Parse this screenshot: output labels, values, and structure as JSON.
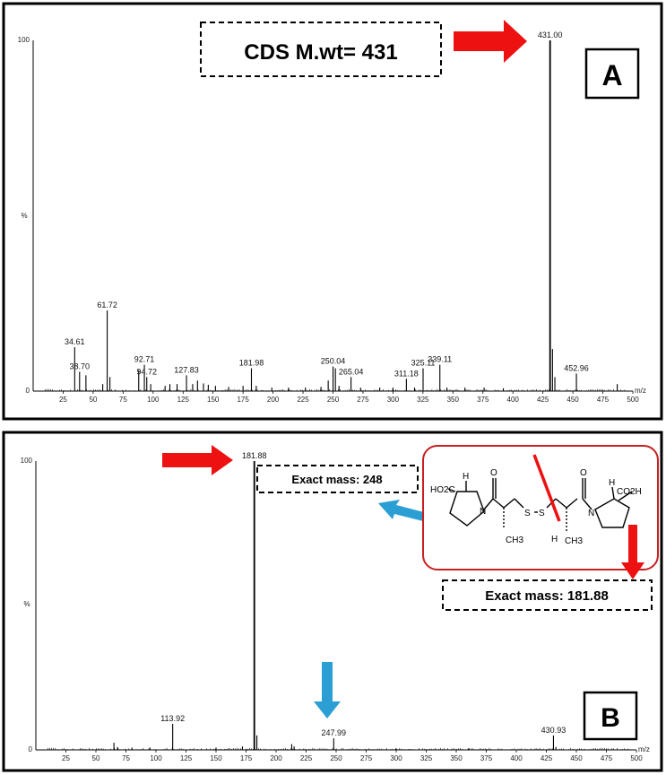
{
  "colors": {
    "red_arrow": "#ee1111",
    "blue_arrow": "#2b9fd4",
    "box_red": "#c82020",
    "spectrum": "#000000"
  },
  "chart_data": [
    {
      "type": "line",
      "panel_label": "A",
      "annotation": "CDS M.wt= 431",
      "xlabel": "m/z",
      "ylabel": "%",
      "xlim": [
        0,
        500
      ],
      "ylim": [
        0,
        100
      ],
      "x_ticks": [
        "25",
        "50",
        "75",
        "100",
        "125",
        "150",
        "175",
        "200",
        "225",
        "250",
        "275",
        "300",
        "325",
        "350",
        "375",
        "400",
        "425",
        "450",
        "475",
        "500"
      ],
      "y_ticks": [
        "0",
        "100"
      ],
      "peaks": [
        {
          "x": 34.61,
          "y": 12.5,
          "label": "34.61"
        },
        {
          "x": 38.7,
          "y": 5.5,
          "label": "38.70"
        },
        {
          "x": 44,
          "y": 4.5
        },
        {
          "x": 58,
          "y": 2
        },
        {
          "x": 61.72,
          "y": 23,
          "label": "61.72"
        },
        {
          "x": 64,
          "y": 4
        },
        {
          "x": 88,
          "y": 6
        },
        {
          "x": 92.71,
          "y": 7.5,
          "label": "92.71"
        },
        {
          "x": 94.72,
          "y": 4,
          "label": "94.72"
        },
        {
          "x": 98,
          "y": 2
        },
        {
          "x": 110,
          "y": 1.5
        },
        {
          "x": 114,
          "y": 2
        },
        {
          "x": 120,
          "y": 2
        },
        {
          "x": 127.83,
          "y": 4.5,
          "label": "127.83"
        },
        {
          "x": 133,
          "y": 2
        },
        {
          "x": 137,
          "y": 3
        },
        {
          "x": 142,
          "y": 2.2
        },
        {
          "x": 146,
          "y": 1.8
        },
        {
          "x": 152,
          "y": 1.5
        },
        {
          "x": 163,
          "y": 1.2
        },
        {
          "x": 175,
          "y": 1.5
        },
        {
          "x": 181.98,
          "y": 6.5,
          "label": "181.98"
        },
        {
          "x": 186,
          "y": 1.5
        },
        {
          "x": 199,
          "y": 1
        },
        {
          "x": 213,
          "y": 1
        },
        {
          "x": 227,
          "y": 1
        },
        {
          "x": 240,
          "y": 1.2
        },
        {
          "x": 246,
          "y": 3
        },
        {
          "x": 250.04,
          "y": 7,
          "label": "250.04"
        },
        {
          "x": 252,
          "y": 6.5
        },
        {
          "x": 255,
          "y": 1.5
        },
        {
          "x": 265.04,
          "y": 4,
          "label": "265.04"
        },
        {
          "x": 273,
          "y": 1
        },
        {
          "x": 289,
          "y": 1
        },
        {
          "x": 300,
          "y": 1
        },
        {
          "x": 311.18,
          "y": 3.5,
          "label": "311.18"
        },
        {
          "x": 318,
          "y": 1
        },
        {
          "x": 325.11,
          "y": 6.5,
          "label": "325.11"
        },
        {
          "x": 339.11,
          "y": 7.5,
          "label": "339.11"
        },
        {
          "x": 345,
          "y": 1
        },
        {
          "x": 360,
          "y": 1
        },
        {
          "x": 376,
          "y": 1
        },
        {
          "x": 392,
          "y": 0.8
        },
        {
          "x": 431.0,
          "y": 100,
          "label": "431.00"
        },
        {
          "x": 433,
          "y": 12
        },
        {
          "x": 435,
          "y": 4
        },
        {
          "x": 452.96,
          "y": 5,
          "label": "452.96"
        },
        {
          "x": 487,
          "y": 2
        }
      ]
    },
    {
      "type": "line",
      "panel_label": "B",
      "xlabel": "m/z",
      "ylabel": "%",
      "xlim": [
        0,
        500
      ],
      "ylim": [
        0,
        100
      ],
      "x_ticks": [
        "25",
        "50",
        "75",
        "100",
        "125",
        "150",
        "175",
        "200",
        "225",
        "250",
        "275",
        "300",
        "325",
        "350",
        "375",
        "400",
        "425",
        "450",
        "475",
        "500"
      ],
      "y_ticks": [
        "0",
        "100"
      ],
      "annotations": [
        "Exact mass: 248",
        "Exact mass: 181.88"
      ],
      "peaks": [
        {
          "x": 65,
          "y": 2.5
        },
        {
          "x": 68,
          "y": 1
        },
        {
          "x": 80,
          "y": 0.8
        },
        {
          "x": 95,
          "y": 0.8
        },
        {
          "x": 113.92,
          "y": 9,
          "label": "113.92"
        },
        {
          "x": 150,
          "y": 0.8
        },
        {
          "x": 172,
          "y": 1.2
        },
        {
          "x": 181.88,
          "y": 100,
          "label": "181.88"
        },
        {
          "x": 184,
          "y": 5
        },
        {
          "x": 213,
          "y": 2
        },
        {
          "x": 215,
          "y": 1.2
        },
        {
          "x": 247.99,
          "y": 4,
          "label": "247.99"
        },
        {
          "x": 300,
          "y": 0.5
        },
        {
          "x": 360,
          "y": 0.5
        },
        {
          "x": 430.93,
          "y": 5,
          "label": "430.93"
        },
        {
          "x": 433,
          "y": 1
        }
      ]
    }
  ],
  "structure": {
    "labels": [
      "HO2C",
      "H",
      "N",
      "O",
      "S",
      "S",
      "CH3",
      "H",
      "CH3",
      "O",
      "H",
      "N",
      "CO2H"
    ]
  }
}
